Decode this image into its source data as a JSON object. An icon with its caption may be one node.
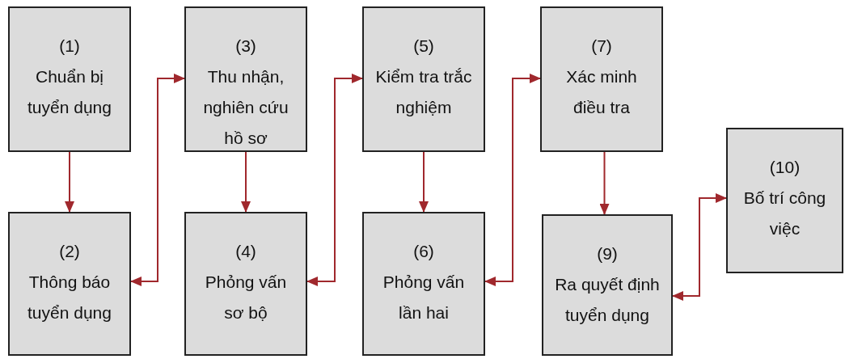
{
  "diagram": {
    "nodes": [
      {
        "text": [
          "(1)",
          "Chuẩn bị tuyển dụng"
        ]
      },
      {
        "text": [
          "(2)",
          "Thông báo tuyển dụng"
        ]
      },
      {
        "text": [
          "(3)",
          "Thu nhận, nghiên cứu hồ sơ"
        ]
      },
      {
        "text": [
          "(4)",
          "Phỏng vấn sơ bộ"
        ]
      },
      {
        "text": [
          "(5)",
          "Kiểm tra trắc nghiệm"
        ]
      },
      {
        "text": [
          "(6)",
          "Phỏng vấn lần hai"
        ]
      },
      {
        "text": [
          "(7)",
          "Xác minh điều tra"
        ]
      },
      {
        "text": [
          "(9)",
          "Ra quyết định tuyển dụng"
        ]
      },
      {
        "text": [
          "(10)",
          "Bố trí công việc"
        ]
      }
    ],
    "edges": [
      {
        "from": 0,
        "to": 1,
        "arrow": "to"
      },
      {
        "from": 1,
        "to": 2,
        "arrow": "both"
      },
      {
        "from": 2,
        "to": 3,
        "arrow": "to"
      },
      {
        "from": 3,
        "to": 4,
        "arrow": "both"
      },
      {
        "from": 4,
        "to": 5,
        "arrow": "to"
      },
      {
        "from": 5,
        "to": 6,
        "arrow": "both"
      },
      {
        "from": 6,
        "to": 7,
        "arrow": "to"
      },
      {
        "from": 7,
        "to": 8,
        "arrow": "both"
      }
    ]
  }
}
